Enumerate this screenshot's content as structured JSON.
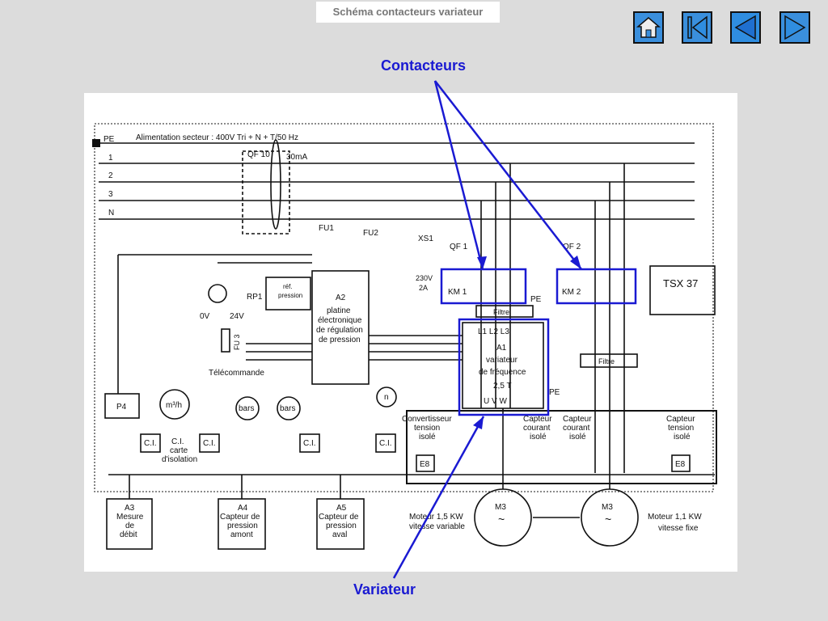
{
  "title": "Schéma contacteurs variateur",
  "nav": {
    "home_icon": "home-icon",
    "first_icon": "first-page-icon",
    "prev_icon": "previous-icon",
    "next_icon": "next-icon"
  },
  "annotations": {
    "contacteurs": "Contacteurs",
    "variateur": "Variateur",
    "color": "#1a1ad2"
  },
  "schema": {
    "pe": "PE",
    "supply": "Alimentation secteur : 400V Tri + N + T/50 Hz",
    "line1": "1",
    "line2": "2",
    "line3": "3",
    "lineN": "N",
    "qf10": "QF 10",
    "ma30": "30mA",
    "fu1": "FU1",
    "fu2": "FU2",
    "xs1": "XS1",
    "v230": "230V",
    "a2amp": "2A",
    "qf1": "QF 1",
    "qf2": "QF 2",
    "km1": "KM 1",
    "km2": "KM 2",
    "tsx": "TSX 37",
    "pe2": "PE",
    "pe3": "PE",
    "filtre1": "Filtre",
    "filtre2": "Filtre",
    "a1_terms": "L1  L2  L3",
    "a1_l1": "A1",
    "a1_l2": "variateur",
    "a1_l3": "de fréquence",
    "a1_l4": "2,5 T",
    "a1_uvw": "U    V    W",
    "rp1": "RP1",
    "ref1": "réf.",
    "ref2": "pression",
    "v0": "0V",
    "v24": "24V",
    "fu3": "FU 3",
    "a2_l1": "A2",
    "a2_l2": "platine",
    "a2_l3": "électronique",
    "a2_l4": "de régulation",
    "a2_l5": "de pression",
    "telecommande": "Télécommande",
    "p4": "P4",
    "m3h": "m³/h",
    "bars1": "bars",
    "bars2": "bars",
    "n": "n",
    "ci1": "C.I.",
    "ci_carte1": "C.I.",
    "ci_carte2": "carte",
    "ci_carte3": "d'isolation",
    "ci2": "C.I.",
    "ci3": "C.I.",
    "ci4": "C.I.",
    "conv1": "Convertisseur",
    "conv2": "tension",
    "conv3": "isolé",
    "cap1a": "Capteur",
    "cap1b": "courant",
    "cap1c": "isolé",
    "cap2a": "Capteur",
    "cap2b": "courant",
    "cap2c": "isolé",
    "cap3a": "Capteur",
    "cap3b": "tension",
    "cap3c": "isolé",
    "e8a": "E8",
    "e8b": "E8",
    "a3_1": "A3",
    "a3_2": "Mesure",
    "a3_3": "de",
    "a3_4": "débit",
    "a4_1": "A4",
    "a4_2": "Capteur de",
    "a4_3": "pression",
    "a4_4": "amont",
    "a5_1": "A5",
    "a5_2": "Capteur de",
    "a5_3": "pression",
    "a5_4": "aval",
    "m3a": "M3",
    "m3b": "M3",
    "tilde": "~",
    "mot1a": "Moteur 1,5 KW",
    "mot1b": "vitesse variable",
    "mot2a": "Moteur 1,1 KW",
    "mot2b": "vitesse fixe"
  }
}
